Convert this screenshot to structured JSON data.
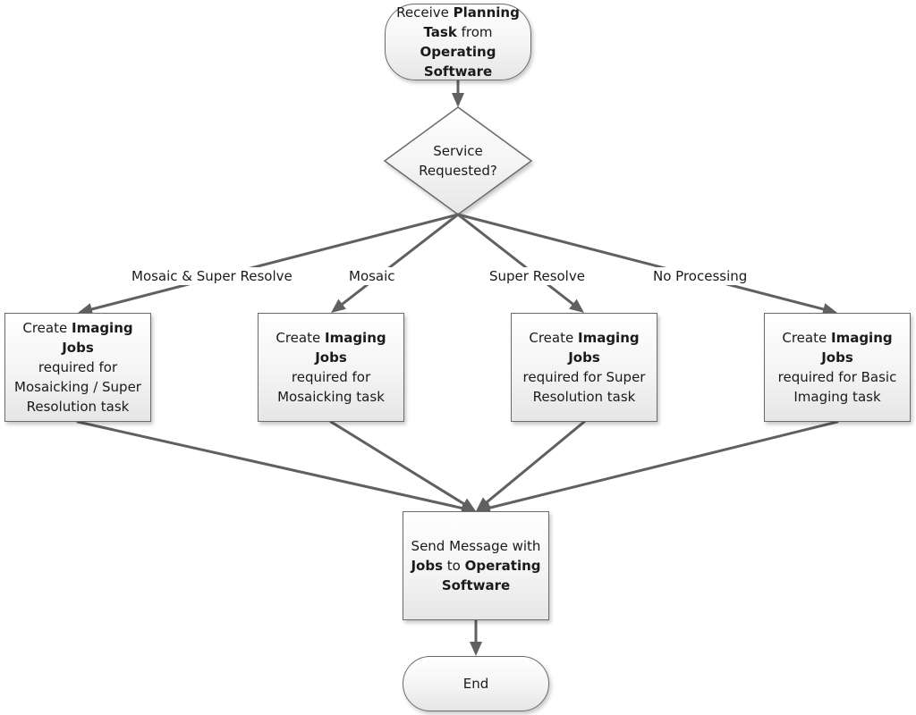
{
  "nodes": {
    "start": [
      {
        "text": "Receive ",
        "bold": false
      },
      {
        "text": "Planning",
        "bold": true
      },
      {
        "br": true
      },
      {
        "text": "Task",
        "bold": true
      },
      {
        "text": " from ",
        "bold": false
      },
      {
        "text": "Operating",
        "bold": true
      },
      {
        "br": true
      },
      {
        "text": "Software",
        "bold": true
      }
    ],
    "decision": [
      {
        "text": "Service",
        "bold": false
      },
      {
        "br": true
      },
      {
        "text": "Requested?",
        "bold": false
      }
    ],
    "mosaic_super": [
      {
        "text": "Create ",
        "bold": false
      },
      {
        "text": "Imaging Jobs",
        "bold": true
      },
      {
        "br": true
      },
      {
        "text": "required for",
        "bold": false
      },
      {
        "br": true
      },
      {
        "text": "Mosaicking / Super",
        "bold": false
      },
      {
        "br": true
      },
      {
        "text": "Resolution task",
        "bold": false
      }
    ],
    "mosaic": [
      {
        "text": "Create ",
        "bold": false
      },
      {
        "text": "Imaging Jobs",
        "bold": true
      },
      {
        "br": true
      },
      {
        "text": "required for",
        "bold": false
      },
      {
        "br": true
      },
      {
        "text": "Mosaicking task",
        "bold": false
      }
    ],
    "super_resolve": [
      {
        "text": "Create ",
        "bold": false
      },
      {
        "text": "Imaging Jobs",
        "bold": true
      },
      {
        "br": true
      },
      {
        "text": "required for Super",
        "bold": false
      },
      {
        "br": true
      },
      {
        "text": "Resolution task",
        "bold": false
      }
    ],
    "basic": [
      {
        "text": "Create ",
        "bold": false
      },
      {
        "text": "Imaging Jobs",
        "bold": true
      },
      {
        "br": true
      },
      {
        "text": "required for Basic",
        "bold": false
      },
      {
        "br": true
      },
      {
        "text": "Imaging task",
        "bold": false
      }
    ],
    "send": [
      {
        "text": "Send Message with",
        "bold": false
      },
      {
        "br": true
      },
      {
        "text": "Jobs",
        "bold": true
      },
      {
        "text": " to ",
        "bold": false
      },
      {
        "text": "Operating",
        "bold": true
      },
      {
        "br": true
      },
      {
        "text": "Software",
        "bold": true
      }
    ],
    "end": [
      {
        "text": "End",
        "bold": false
      }
    ]
  },
  "edge_labels": {
    "mosaic_super": "Mosaic & Super Resolve",
    "mosaic": "Mosaic",
    "super_resolve": "Super Resolve",
    "no_processing": "No Processing"
  },
  "colors": {
    "stroke": "#606060",
    "border": "#6b6b6b",
    "fill_top": "#ffffff",
    "fill_bottom": "#e6e6e6"
  }
}
